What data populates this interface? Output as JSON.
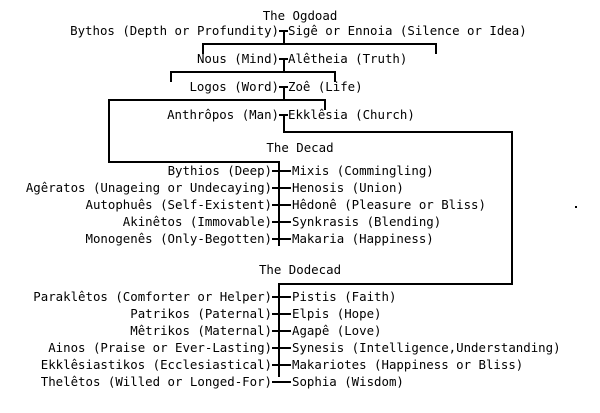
{
  "diagram": {
    "title_ogdoad": "The Ogdoad",
    "title_decad": "The Decad",
    "title_dodecad": "The Dodecad",
    "ogdoad_pairs": [
      {
        "left": "Bythos (Depth or Profundity)",
        "right": "Sigê or Ennoia (Silence or Idea)"
      },
      {
        "left": "Nous (Mind)",
        "right": "Alêtheia (Truth)"
      },
      {
        "left": "Logos (Word)",
        "right": "Zoê (Life)"
      },
      {
        "left": "Anthrôpos (Man)",
        "right": "Ekklêsia (Church)"
      }
    ],
    "decad_pairs": [
      {
        "left": "Bythios (Deep)",
        "right": "Mixis (Commingling)"
      },
      {
        "left": "Agêratos (Unageing or Undecaying)",
        "right": "Henosis (Union)"
      },
      {
        "left": "Autophuês (Self-Existent)",
        "right": "Hêdonê (Pleasure or Bliss)"
      },
      {
        "left": "Akinêtos (Immovable)",
        "right": "Synkrasis (Blending)"
      },
      {
        "left": "Monogenês (Only-Begotten)",
        "right": "Makaria (Happiness)"
      }
    ],
    "dodecad_pairs": [
      {
        "left": "Paraklêtos (Comforter or Helper)",
        "right": "Pistis (Faith)"
      },
      {
        "left": "Patrikos (Paternal)",
        "right": "Elpis (Hope)"
      },
      {
        "left": "Mêtrikos (Maternal)",
        "right": "Agapê (Love)"
      },
      {
        "left": "Ainos (Praise or Ever-Lasting)",
        "right": "Synesis (Intelligence,Understanding)"
      },
      {
        "left": "Ekklêsiastikos (Ecclesiastical)",
        "right": "Makariotes (Happiness or Bliss)"
      },
      {
        "left": "Thelêtos (Willed or Longed-For)",
        "right": "Sophia (Wisdom)"
      }
    ],
    "colors": {
      "background": "#ffffff",
      "ink": "#000000"
    }
  }
}
